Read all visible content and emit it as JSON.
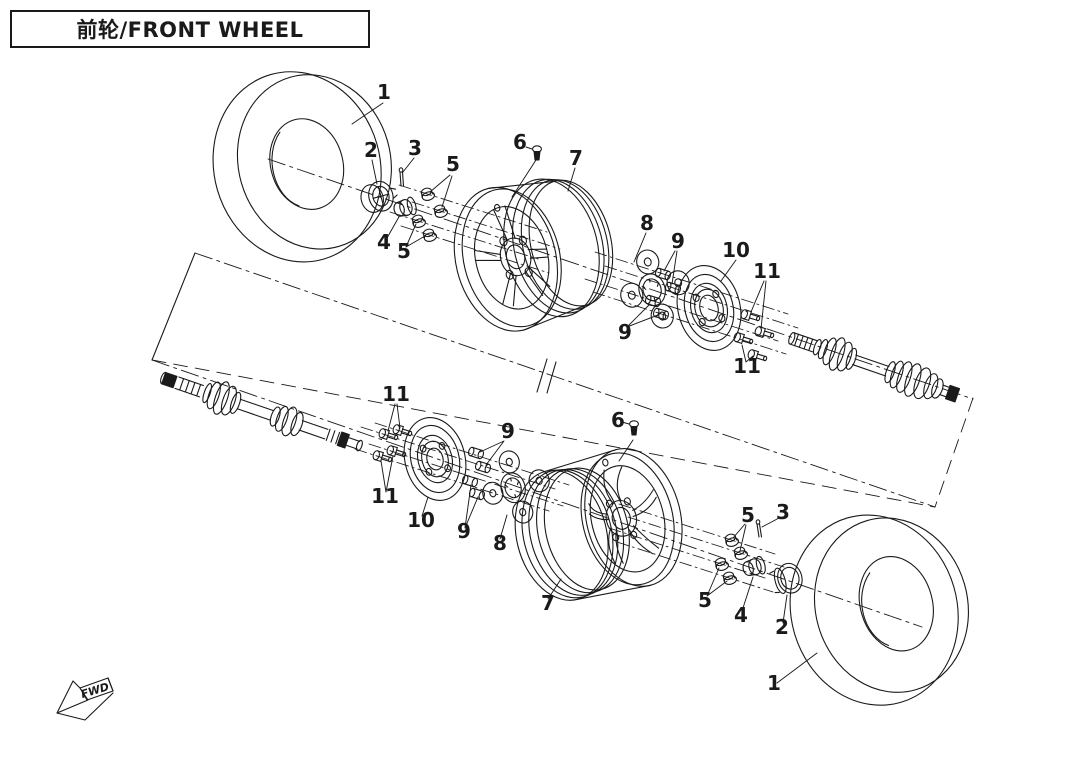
{
  "title": {
    "text": "前轮/FRONT WHEEL"
  },
  "fwd": {
    "label": "FWD"
  },
  "colors": {
    "background": "#ffffff",
    "line": "#1a1a1a"
  },
  "callouts": [
    {
      "label": "1"
    },
    {
      "label": "2"
    },
    {
      "label": "3"
    },
    {
      "label": "4"
    },
    {
      "label": "5"
    },
    {
      "label": "5"
    },
    {
      "label": "6"
    },
    {
      "label": "7"
    },
    {
      "label": "8"
    },
    {
      "label": "9"
    },
    {
      "label": "9"
    },
    {
      "label": "10"
    },
    {
      "label": "11"
    },
    {
      "label": "11"
    },
    {
      "label": "11"
    },
    {
      "label": "11"
    },
    {
      "label": "10"
    },
    {
      "label": "9"
    },
    {
      "label": "9"
    },
    {
      "label": "8"
    },
    {
      "label": "7"
    },
    {
      "label": "6"
    },
    {
      "label": "5"
    },
    {
      "label": "5"
    },
    {
      "label": "3"
    },
    {
      "label": "4"
    },
    {
      "label": "2"
    },
    {
      "label": "1"
    }
  ]
}
